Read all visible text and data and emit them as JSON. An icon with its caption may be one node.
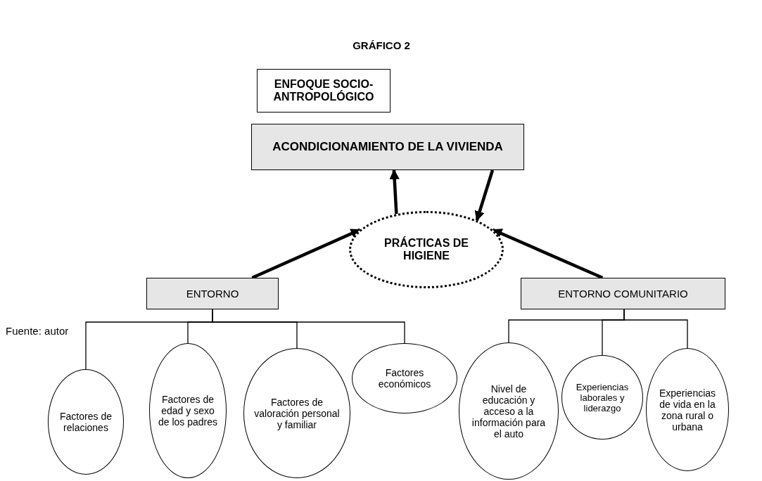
{
  "diagram": {
    "title": "GRÁFICO 2",
    "nodes": [
      {
        "text": [
          "ENFOQUE SOCIO-ANTROPOLÓGICO"
        ]
      },
      {
        "text": [
          "ACONDICIONAMIENTO DE LA VIVIENDA"
        ]
      },
      {
        "text": [
          "PRÁCTICAS DE HIGIENE"
        ]
      },
      {
        "text": [
          "ENTORNO"
        ]
      },
      {
        "text": [
          "ENTORNO COMUNITARIO"
        ]
      },
      {
        "text": [
          "Factores de relaciones"
        ]
      },
      {
        "text": [
          "Factores de edad y sexo de los padres"
        ]
      },
      {
        "text": [
          "Factores de valoración personal y familiar"
        ]
      },
      {
        "text": [
          "Factores económicos"
        ]
      },
      {
        "text": [
          "Nivel de educación y acceso a la información para el auto"
        ]
      },
      {
        "text": [
          "Experiencias laborales y liderazgo"
        ]
      },
      {
        "text": [
          "Experiencias de vida en la zona rural o urbana"
        ]
      }
    ],
    "edges": [
      {
        "from": 2,
        "to": 1,
        "arrow": "to",
        "style": "thick"
      },
      {
        "from": 1,
        "to": 2,
        "arrow": "to",
        "style": "thick"
      },
      {
        "from": 3,
        "to": 2,
        "arrow": "to",
        "style": "thick"
      },
      {
        "from": 4,
        "to": 2,
        "arrow": "to",
        "style": "thick"
      },
      {
        "from": 3,
        "to": 5,
        "arrow": "none"
      },
      {
        "from": 3,
        "to": 6,
        "arrow": "none"
      },
      {
        "from": 3,
        "to": 7,
        "arrow": "none"
      },
      {
        "from": 3,
        "to": 8,
        "arrow": "none"
      },
      {
        "from": 4,
        "to": 9,
        "arrow": "none"
      },
      {
        "from": 4,
        "to": 10,
        "arrow": "none"
      },
      {
        "from": 4,
        "to": 11,
        "arrow": "none"
      }
    ],
    "labels": [
      "Fuente: autor"
    ]
  }
}
